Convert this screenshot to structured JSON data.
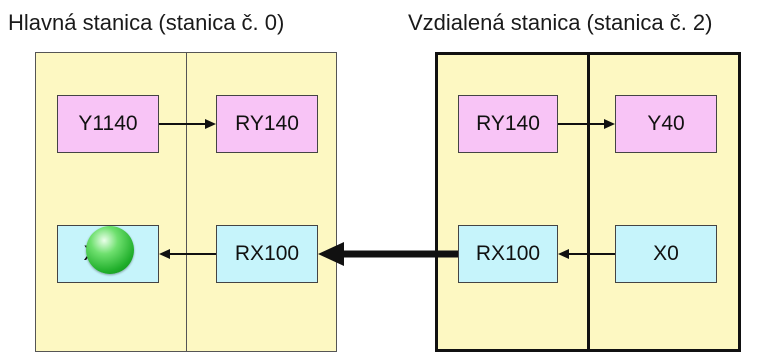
{
  "master_station": {
    "title": "Hlavná stanica (stanica č. 0)",
    "output_device": "Y1140",
    "link_output": "RY140",
    "input_device": "X100",
    "link_input": "RX100"
  },
  "remote_station": {
    "title": "Vzdialená stanica (stanica č. 2)",
    "link_output": "RY140",
    "output_device": "Y40",
    "link_input": "RX100",
    "input_device": "X0"
  },
  "indicator": {
    "state": "on",
    "color": "#2fbf3a"
  }
}
